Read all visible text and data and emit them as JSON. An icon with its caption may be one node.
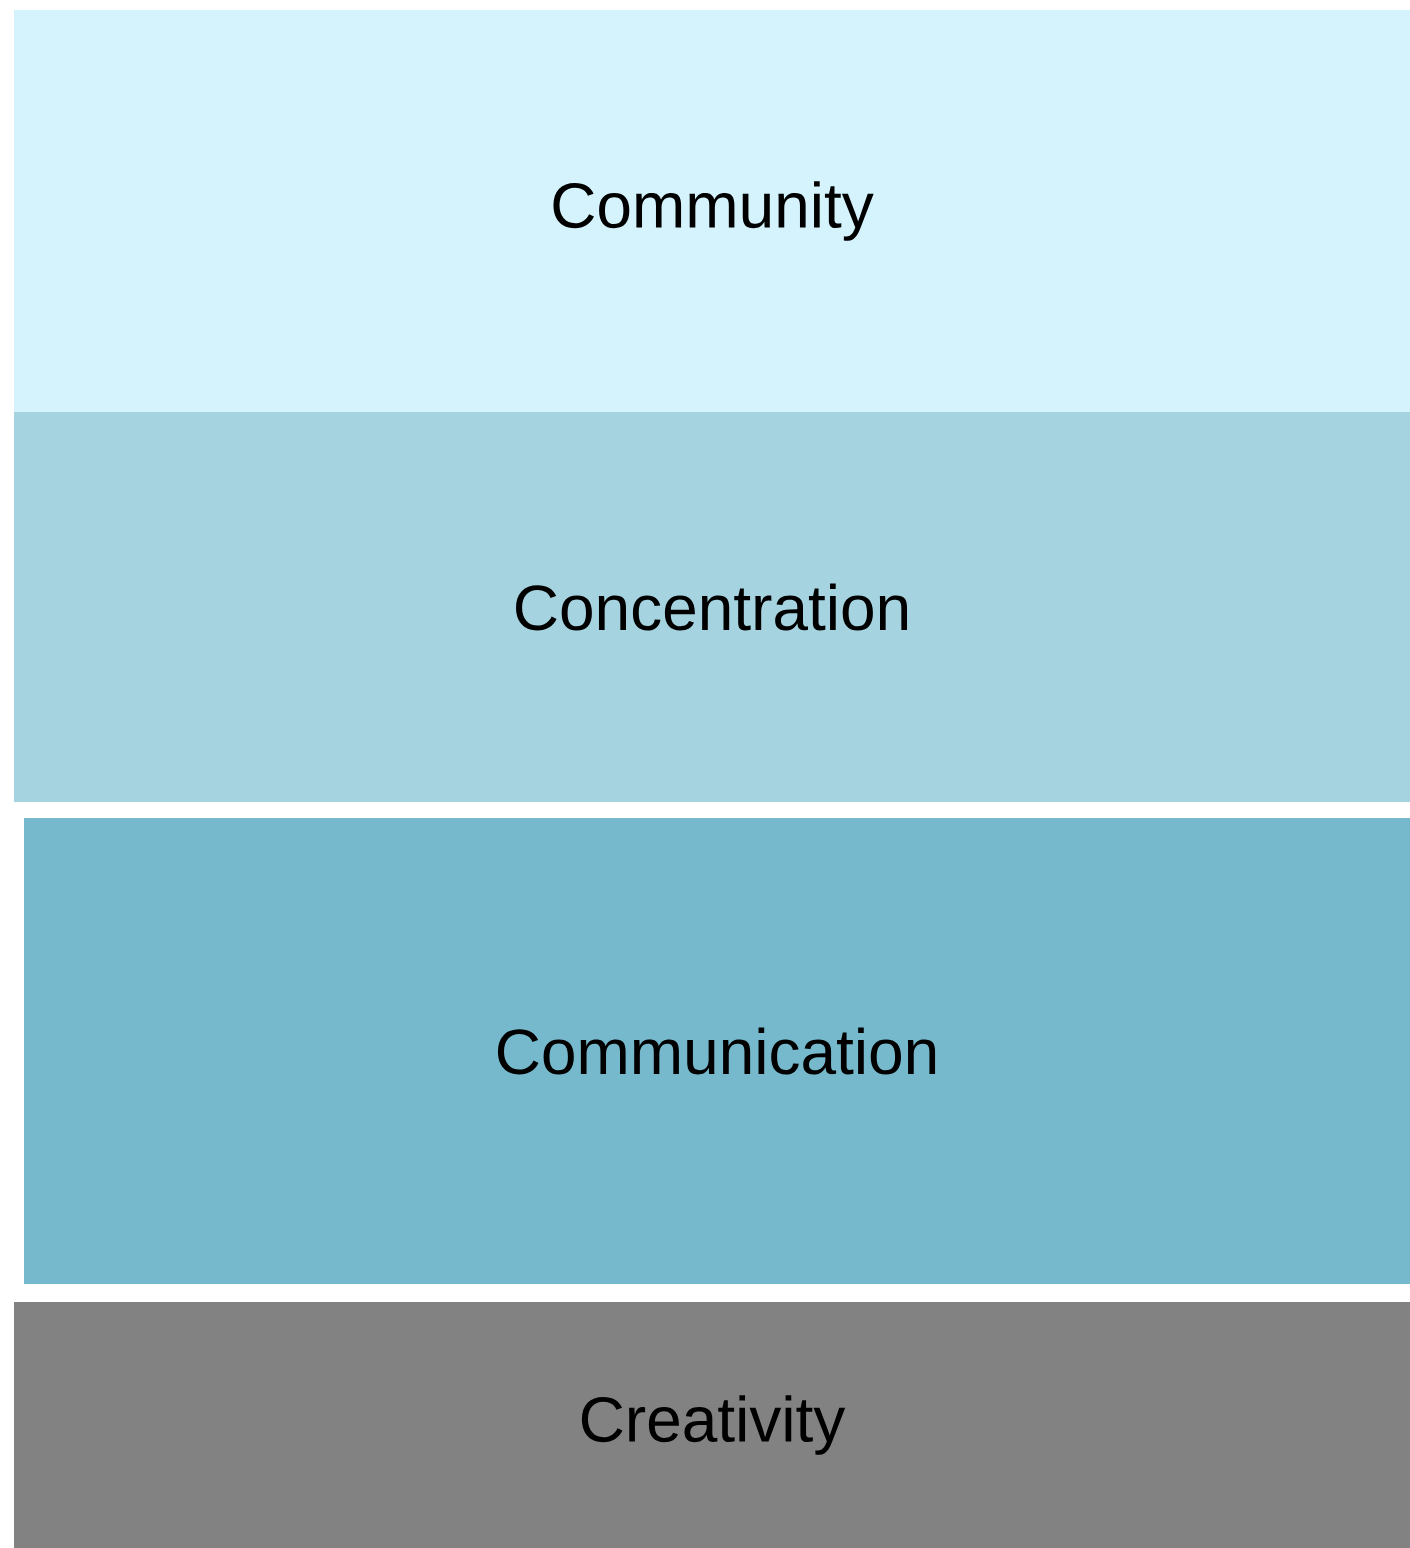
{
  "diagram": {
    "nodes": [
      {
        "text": [
          "Community"
        ]
      },
      {
        "text": [
          "Concentration"
        ]
      },
      {
        "text": [
          "Communication"
        ]
      },
      {
        "text": [
          "Creativity"
        ]
      }
    ]
  }
}
